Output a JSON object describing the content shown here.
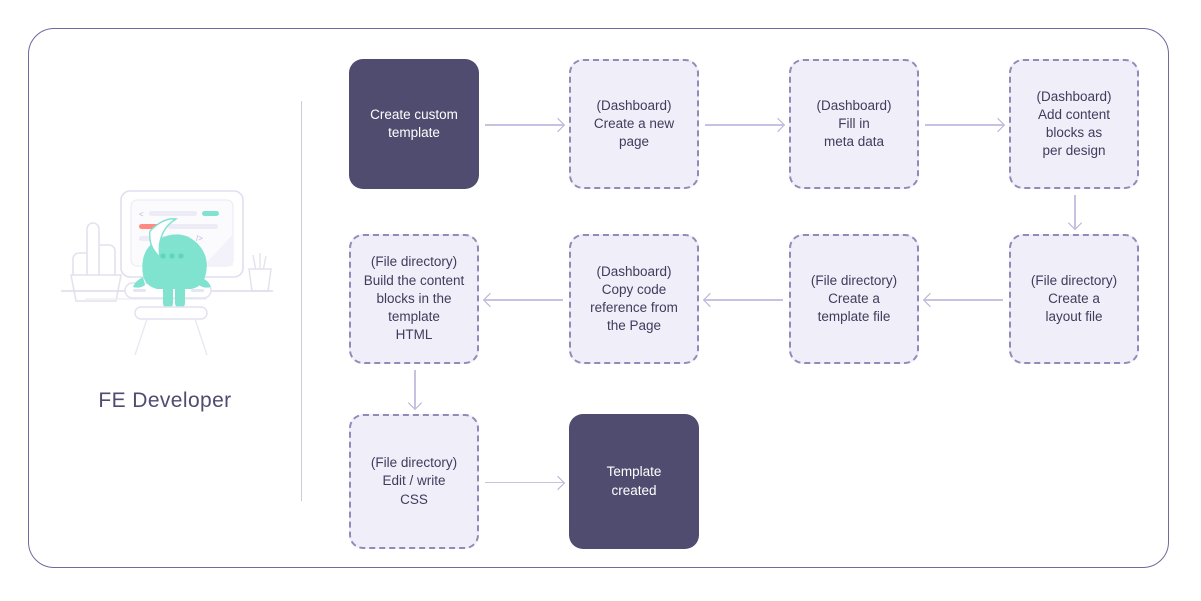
{
  "left_panel": {
    "caption": "FE Developer",
    "illustration_name": "fe-developer-illustration",
    "monitor_code_glyphs": [
      "<",
      "/>"
    ]
  },
  "colors": {
    "card_border": "#6E6A9B",
    "node_solid_fill": "#4F4C70",
    "node_solid_text": "#FFFFFF",
    "node_dashed_fill": "#F0EEF9",
    "node_dashed_border": "#8F8CB8",
    "node_dashed_text": "#3F3C5C",
    "arrow": "#C6C3E2",
    "divider": "#C9CCE4",
    "character": "#7FE3CF",
    "accent_red": "#FF8A84"
  },
  "flow": {
    "nodes": [
      {
        "id": "create-custom-template",
        "label": "Create custom\ntemplate",
        "style": "solid",
        "row": 1,
        "col": 1
      },
      {
        "id": "create-a-new-page",
        "label": "(Dashboard)\nCreate a new\npage",
        "style": "dashed",
        "row": 1,
        "col": 2
      },
      {
        "id": "fill-in-meta-data",
        "label": "(Dashboard)\nFill in\nmeta data",
        "style": "dashed",
        "row": 1,
        "col": 3
      },
      {
        "id": "add-content-blocks",
        "label": "(Dashboard)\nAdd content\nblocks as\nper design",
        "style": "dashed",
        "row": 1,
        "col": 4
      },
      {
        "id": "build-content-blocks",
        "label": "(File directory)\nBuild the content\nblocks in the\ntemplate\nHTML",
        "style": "dashed",
        "row": 2,
        "col": 1
      },
      {
        "id": "copy-code-reference",
        "label": "(Dashboard)\nCopy code\nreference from\nthe Page",
        "style": "dashed",
        "row": 2,
        "col": 2
      },
      {
        "id": "create-a-template-file",
        "label": "(File directory)\nCreate a\ntemplate file",
        "style": "dashed",
        "row": 2,
        "col": 3
      },
      {
        "id": "create-a-layout-file",
        "label": "(File directory)\nCreate a\nlayout file",
        "style": "dashed",
        "row": 2,
        "col": 4
      },
      {
        "id": "edit-write-css",
        "label": "(File directory)\nEdit / write\nCSS",
        "style": "dashed",
        "row": 3,
        "col": 1
      },
      {
        "id": "template-created",
        "label": "Template\ncreated",
        "style": "solid",
        "row": 3,
        "col": 2
      }
    ],
    "edges": [
      {
        "from": "create-custom-template",
        "to": "create-a-new-page",
        "direction": "right"
      },
      {
        "from": "create-a-new-page",
        "to": "fill-in-meta-data",
        "direction": "right"
      },
      {
        "from": "fill-in-meta-data",
        "to": "add-content-blocks",
        "direction": "right"
      },
      {
        "from": "add-content-blocks",
        "to": "create-a-layout-file",
        "direction": "down"
      },
      {
        "from": "create-a-layout-file",
        "to": "create-a-template-file",
        "direction": "left"
      },
      {
        "from": "create-a-template-file",
        "to": "copy-code-reference",
        "direction": "left"
      },
      {
        "from": "copy-code-reference",
        "to": "build-content-blocks",
        "direction": "left"
      },
      {
        "from": "build-content-blocks",
        "to": "edit-write-css",
        "direction": "down"
      },
      {
        "from": "edit-write-css",
        "to": "template-created",
        "direction": "right"
      }
    ]
  }
}
